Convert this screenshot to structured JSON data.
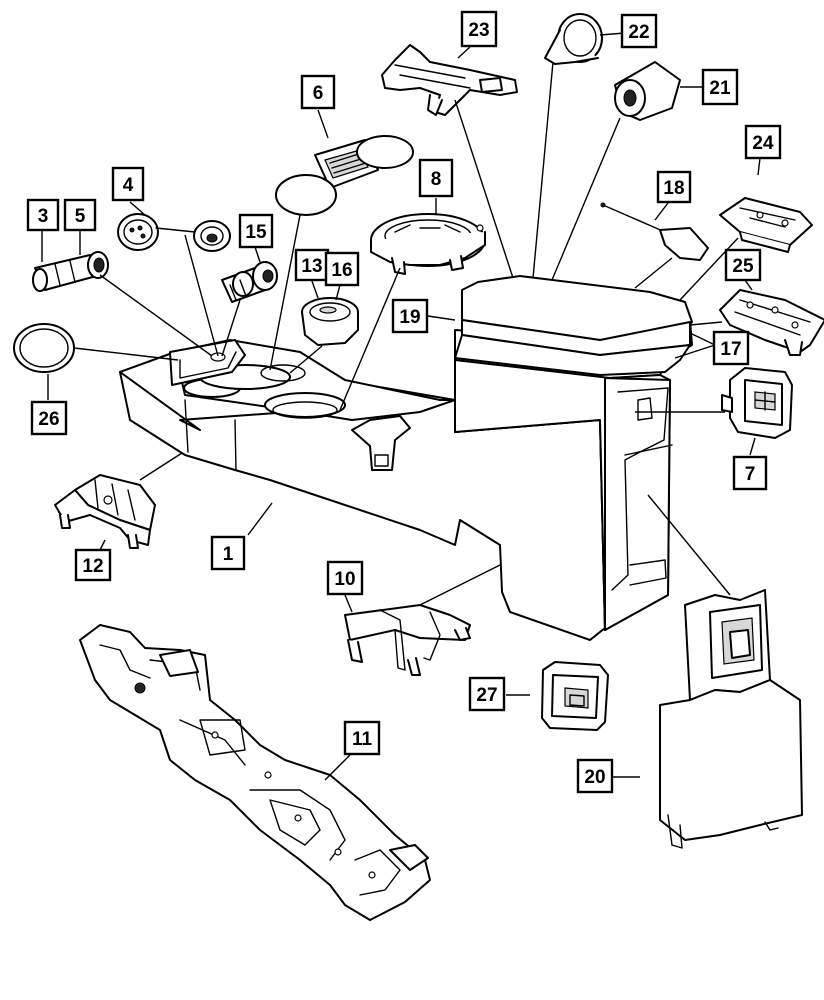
{
  "callouts": [
    {
      "id": "c1",
      "label": "1"
    },
    {
      "id": "c3",
      "label": "3"
    },
    {
      "id": "c4",
      "label": "4"
    },
    {
      "id": "c5",
      "label": "5"
    },
    {
      "id": "c6",
      "label": "6"
    },
    {
      "id": "c7",
      "label": "7"
    },
    {
      "id": "c8",
      "label": "8"
    },
    {
      "id": "c10",
      "label": "10"
    },
    {
      "id": "c11",
      "label": "11"
    },
    {
      "id": "c12",
      "label": "12"
    },
    {
      "id": "c13",
      "label": "13"
    },
    {
      "id": "c15",
      "label": "15"
    },
    {
      "id": "c16",
      "label": "16"
    },
    {
      "id": "c17",
      "label": "17"
    },
    {
      "id": "c18",
      "label": "18"
    },
    {
      "id": "c19",
      "label": "19"
    },
    {
      "id": "c20",
      "label": "20"
    },
    {
      "id": "c21",
      "label": "21"
    },
    {
      "id": "c22",
      "label": "22"
    },
    {
      "id": "c23",
      "label": "23"
    },
    {
      "id": "c24",
      "label": "24"
    },
    {
      "id": "c25",
      "label": "25"
    },
    {
      "id": "c26",
      "label": "26"
    },
    {
      "id": "c27",
      "label": "27"
    }
  ]
}
